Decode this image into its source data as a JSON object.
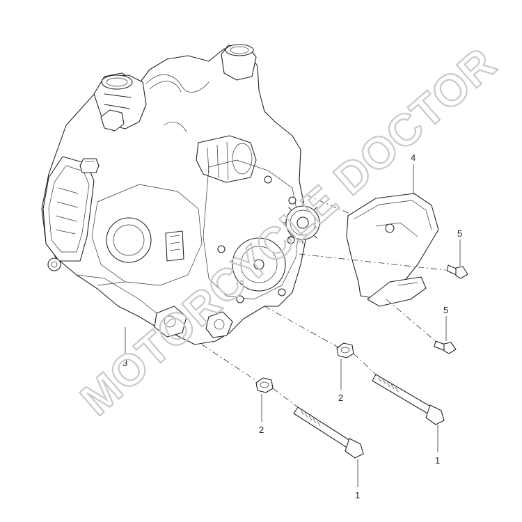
{
  "watermark": "MOTORCYCLE DOCTOR",
  "callouts": {
    "c1a": "1",
    "c1b": "1",
    "c2a": "2",
    "c2b": "2",
    "c3": "3",
    "c4": "4",
    "c5a": "5",
    "c5b": "5"
  },
  "colors": {
    "line": "#222222",
    "watermark": "#c9c9c9",
    "background": "#ffffff"
  }
}
